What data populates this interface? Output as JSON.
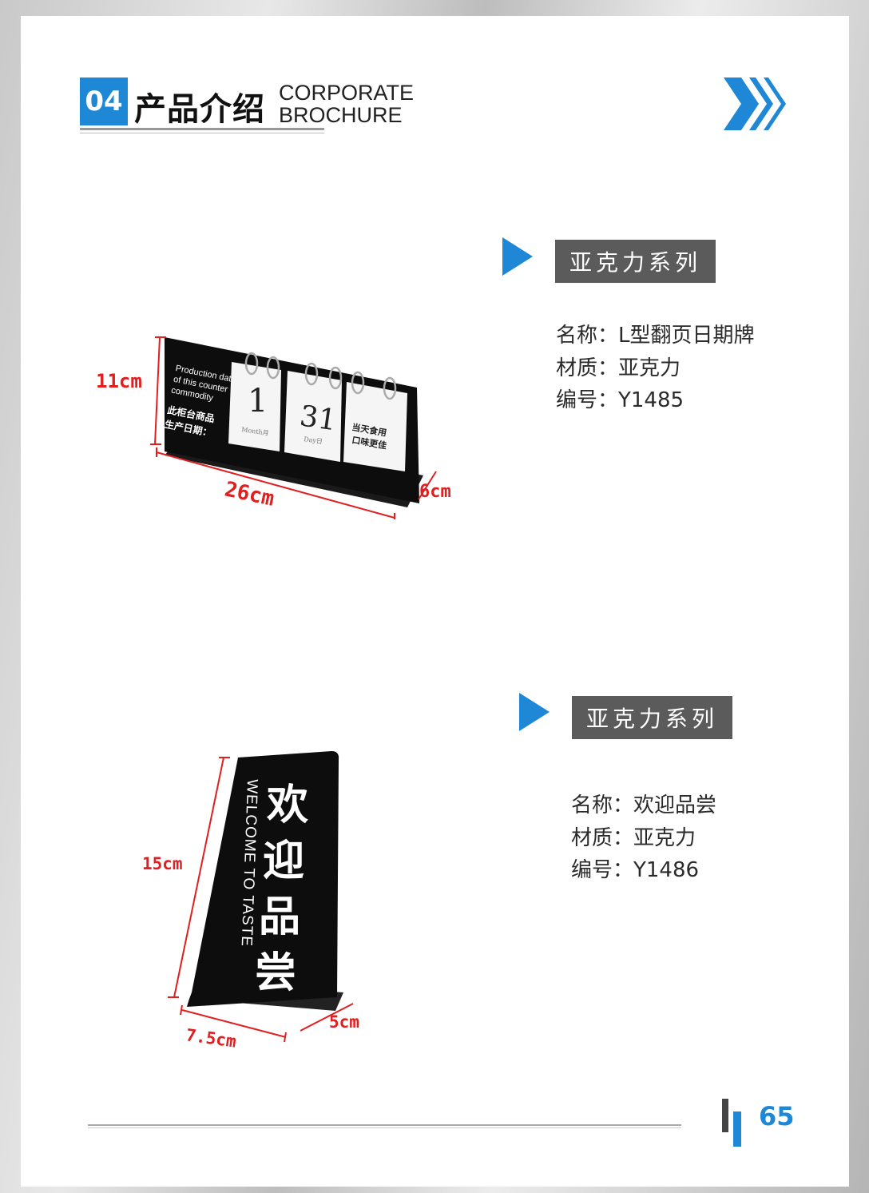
{
  "header": {
    "section_number": "04",
    "title_cn": "产品介绍",
    "title_en_line1": "CORPORATE",
    "title_en_line2": "BROCHURE",
    "accent_color": "#1e88d6"
  },
  "products": [
    {
      "series": "亚克力系列",
      "name_label": "名称：L型翻页日期牌",
      "material_label": "材质：亚克力",
      "code_label": "编号：Y1485",
      "image": {
        "dim_height": "11cm",
        "dim_width": "26cm",
        "dim_depth": "6cm",
        "panel_text_en_1": "Production date",
        "panel_text_en_2": "of this counter",
        "panel_text_en_3": "commodity",
        "panel_text_cn_1": "此柜台商品",
        "panel_text_cn_2": "生产日期：",
        "card_month": "1",
        "card_month_label": "Month月",
        "card_day": "31",
        "card_day_label": "Day日",
        "card_note_1": "当天食用",
        "card_note_2": "口味更佳"
      }
    },
    {
      "series": "亚克力系列",
      "name_label": "名称：欢迎品尝",
      "material_label": "材质：亚克力",
      "code_label": "编号：Y1486",
      "image": {
        "dim_height": "15cm",
        "dim_width": "7.5cm",
        "dim_depth": "5cm",
        "sign_cn": "欢迎品尝",
        "sign_en": "WELCOME TO TASTE"
      }
    }
  ],
  "footer": {
    "page_number": "65"
  }
}
